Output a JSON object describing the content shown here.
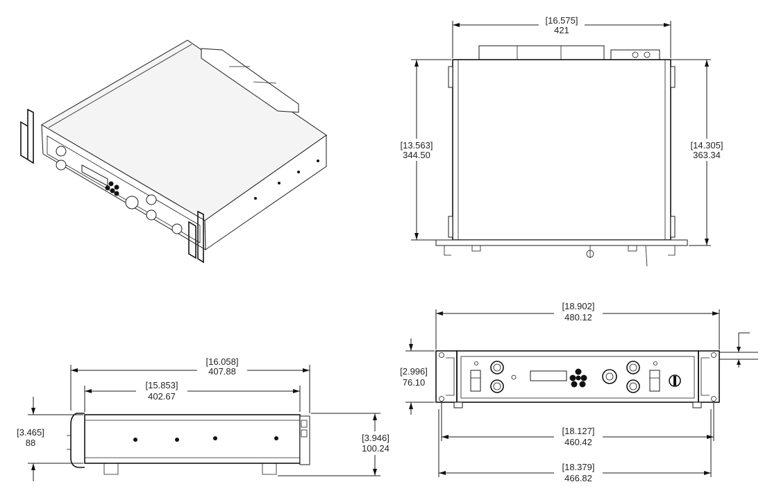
{
  "views": {
    "isometric": {},
    "top": {
      "width": {
        "inch": "[16.575]",
        "mm": "421"
      },
      "depth_left": {
        "inch": "[13.563]",
        "mm": "344.50"
      },
      "depth_right": {
        "inch": "[14.305]",
        "mm": "363.34"
      }
    },
    "side": {
      "overall_length": {
        "inch": "[16.058]",
        "mm": "407.88"
      },
      "body_length": {
        "inch": "[15.853]",
        "mm": "402.67"
      },
      "height_left": {
        "inch": "[3.465]",
        "mm": "88"
      },
      "height_right": {
        "inch": "[3.946]",
        "mm": "100.24"
      }
    },
    "front": {
      "overall_width": {
        "inch": "[18.902]",
        "mm": "480.12"
      },
      "height": {
        "inch": "[2.996]",
        "mm": "76.10"
      },
      "hole_spacing": {
        "inch": "[18.127]",
        "mm": "460.42"
      },
      "handle_width": {
        "inch": "[18.379]",
        "mm": "466.82"
      }
    }
  }
}
